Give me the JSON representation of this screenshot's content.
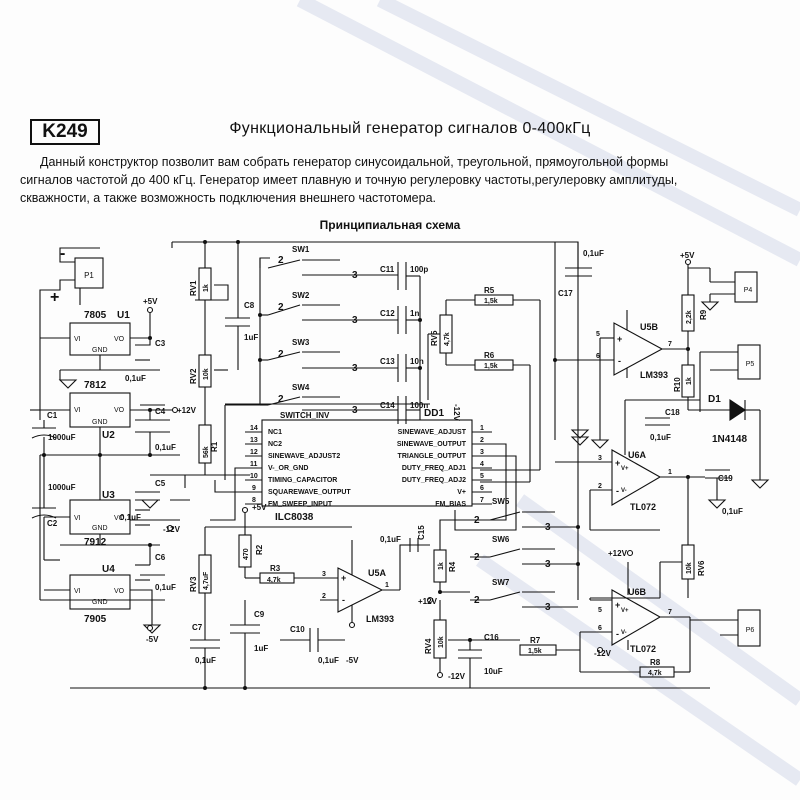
{
  "header": {
    "code": "K249",
    "title": "Функциональный генератор  сигналов 0-400кГц"
  },
  "description": {
    "line1": "Данный конструктор позволит вам собрать генератор синусоидальной, треугольной, прямоугольной формы",
    "line2": "сигналов частотой до 400 кГц. Генератор имеет плавную и точную регулеровку частоты,регулеровку амплитуды,",
    "line3": "скважности, а также возможность подключения внешнего частотомера."
  },
  "schematic": {
    "title": "Принципиальная схема",
    "connectors": {
      "p1": {
        "name": "P1",
        "minus": "-",
        "plus": "+"
      },
      "p4": "P4",
      "p5": "P5",
      "p6": "P6"
    },
    "regulators": {
      "u1": {
        "part": "7805",
        "ref": "U1",
        "vi": "VI",
        "vo": "VO",
        "gnd": "GND"
      },
      "u2": {
        "part": "7812",
        "ref": "U2",
        "vi": "VI",
        "vo": "VO",
        "gnd": "GND"
      },
      "u3": {
        "part": "7912",
        "ref": "U3",
        "vi": "VI",
        "vo": "VO",
        "gnd": "GND"
      },
      "u4": {
        "part": "7905",
        "ref": "U4",
        "vi": "VI",
        "vo": "VO",
        "gnd": "GND"
      }
    },
    "capacitors": {
      "c1": {
        "name": "C1",
        "value": "1000uF"
      },
      "c2": {
        "name": "C2",
        "value": "1000uF"
      },
      "c3": {
        "name": "C3",
        "value": "0,1uF"
      },
      "c4": {
        "name": "C4",
        "value": "0,1uF"
      },
      "c5": {
        "name": "C5",
        "value": "0,1uF"
      },
      "c6": {
        "name": "C6",
        "value": "0,1uF"
      },
      "c7": {
        "name": "C7",
        "value": "0,1uF"
      },
      "c8": {
        "name": "C8",
        "value": "1uF"
      },
      "c9": {
        "name": "C9",
        "value": "1uF"
      },
      "c10": {
        "name": "C10",
        "value": "0,1uF"
      },
      "c11": {
        "name": "C11",
        "value": "100p"
      },
      "c12": {
        "name": "C12",
        "value": "1n"
      },
      "c13": {
        "name": "C13",
        "value": "10n"
      },
      "c14": {
        "name": "C14",
        "value": "100n"
      },
      "c15": {
        "name": "C15",
        "value": "0,1uF"
      },
      "c16": {
        "name": "C16",
        "value": "10uF"
      },
      "c17": {
        "name": "C17",
        "value": "0,1uF"
      },
      "c18": {
        "name": "C18",
        "value": "0,1uF"
      },
      "c19": {
        "name": "C19",
        "value": "0,1uF"
      }
    },
    "resistors": {
      "r1": {
        "name": "R1",
        "value": "56k"
      },
      "r2": {
        "name": "R2",
        "value": "470"
      },
      "r3": {
        "name": "R3",
        "value": "4,7k"
      },
      "r4": {
        "name": "R4",
        "value": "1k"
      },
      "r5": {
        "name": "R5",
        "value": "1,5k"
      },
      "r6": {
        "name": "R6",
        "value": "1,5k"
      },
      "r7": {
        "name": "R7",
        "value": "1,5k"
      },
      "r8": {
        "name": "R8",
        "value": "4,7k"
      },
      "r9": {
        "name": "R9",
        "value": "2,2k"
      },
      "r10": {
        "name": "R10",
        "value": "1k"
      }
    },
    "pots": {
      "rv1": {
        "name": "RV1",
        "value": "1k"
      },
      "rv2": {
        "name": "RV2",
        "value": "10k"
      },
      "rv3": {
        "name": "RV3",
        "value": "4,7uF"
      },
      "rv4": {
        "name": "RV4",
        "value": "10k"
      },
      "rv5": {
        "name": "RV5",
        "value": "4,7k"
      },
      "rv6": {
        "name": "RV6",
        "value": "10k"
      }
    },
    "switches": [
      "SW1",
      "SW2",
      "SW3",
      "SW4",
      "SW5",
      "SW6",
      "SW7"
    ],
    "pin2": "2",
    "pin3": "3",
    "rails": {
      "p5": "+5V",
      "p12": "+12V",
      "m5": "-5V",
      "m12": "-12V"
    },
    "ic": {
      "ref": "DD1",
      "part": "ILC8038",
      "switch_label": "SWITCH_INV",
      "left_pins": [
        {
          "num": "14",
          "name": "NC1"
        },
        {
          "num": "13",
          "name": "NC2"
        },
        {
          "num": "12",
          "name": "SINEWAVE_ADJUST2"
        },
        {
          "num": "11",
          "name": "V-_OR_GND"
        },
        {
          "num": "10",
          "name": "TIMING_CAPACITOR"
        },
        {
          "num": "9",
          "name": "SQUAREWAVE_OUTPUT"
        },
        {
          "num": "8",
          "name": "FM_SWEEP_INPUT"
        }
      ],
      "right_pins": [
        {
          "num": "1",
          "name": "SINEWAVE_ADJUST"
        },
        {
          "num": "2",
          "name": "SINEWAVE_OUTPUT"
        },
        {
          "num": "3",
          "name": "TRIANGLE_OUTPUT"
        },
        {
          "num": "4",
          "name": "DUTY_FREQ_ADJ1"
        },
        {
          "num": "5",
          "name": "DUTY_FREQ_ADJ2"
        },
        {
          "num": "6",
          "name": "V+"
        },
        {
          "num": "7",
          "name": "FM_BIAS"
        }
      ]
    },
    "opamps": {
      "u5a": {
        "ref": "U5A",
        "part": "LM393",
        "p_in": "3",
        "n_in": "2",
        "out": "1"
      },
      "u5b": {
        "ref": "U5B",
        "part": "LM393",
        "p_in": "5",
        "n_in": "6",
        "out": "7"
      },
      "u6a": {
        "ref": "U6A",
        "part": "TL072",
        "p_in": "3",
        "n_in": "2",
        "out": "1"
      },
      "u6b": {
        "ref": "U6B",
        "part": "TL072",
        "p_in": "5",
        "n_in": "6",
        "out": "7"
      },
      "plus": "+",
      "minus": "-",
      "vplus": "V+",
      "vminus": "V-"
    },
    "diode": {
      "name": "D1",
      "part": "1N4148"
    }
  }
}
